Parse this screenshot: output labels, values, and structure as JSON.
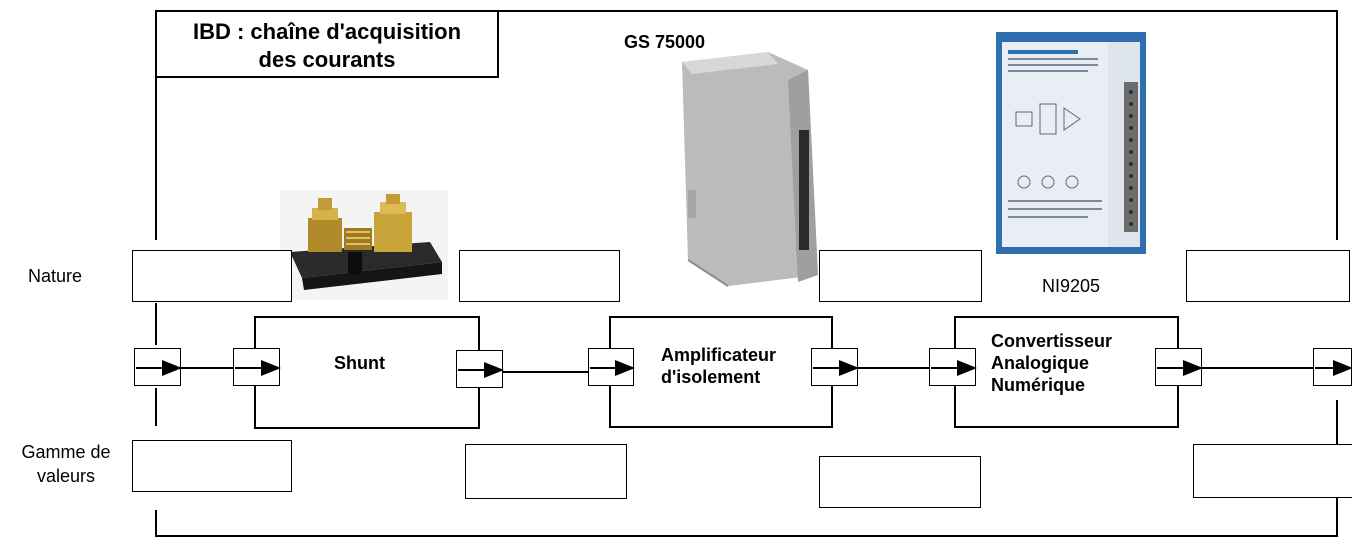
{
  "title": {
    "line1": "IBD : chaîne d'acquisition",
    "line2": "des courants"
  },
  "row_labels": {
    "nature": "Nature",
    "gamme_line1": "Gamme de",
    "gamme_line2": "valeurs"
  },
  "devices": {
    "amplifier_model": "GS 75000",
    "converter_model": "NI9205"
  },
  "blocks": {
    "shunt": "Shunt",
    "amplifier": {
      "line1": "Amplificateur",
      "line2": "d'isolement"
    },
    "converter": {
      "line1": "Convertisseur",
      "line2": "Analogique",
      "line3": "Numérique"
    }
  },
  "colors": {
    "shunt_brass": "#c9a43a",
    "shunt_base": "#1e1e1e",
    "amplifier_body": "#b9bbbd",
    "converter_body": "#2f6fb0"
  },
  "icons": [
    "shunt-image",
    "amplifier-image",
    "daq-module-image"
  ]
}
